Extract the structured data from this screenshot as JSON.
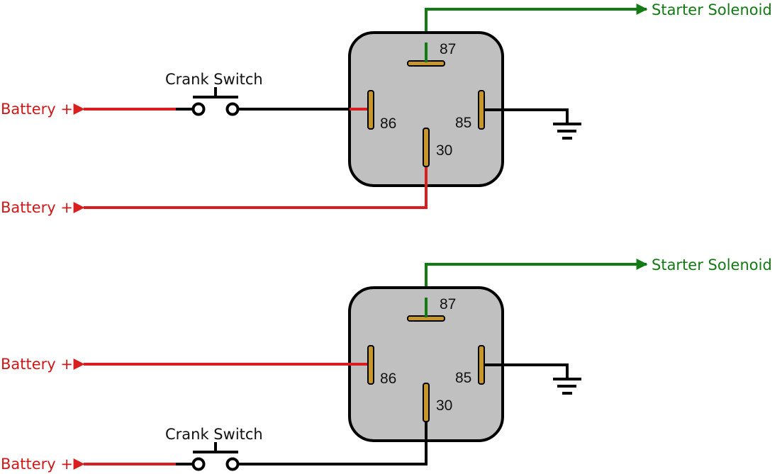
{
  "colors": {
    "battery": "#d81e1e",
    "battery_text": "#d01818",
    "solenoid": "#137b13",
    "wire": "#000000",
    "relay_body": "#c0c0c0",
    "pin": "#c8962e"
  },
  "diagrams": [
    {
      "name": "switch-on-coil",
      "battery_top_label": "Battery +",
      "battery_bottom_label": "Battery +",
      "switch_label": "Crank Switch",
      "solenoid_label": "Starter Solenoid",
      "pins": {
        "p87": "87",
        "p86": "86",
        "p85": "85",
        "p30": "30"
      }
    },
    {
      "name": "switch-on-load",
      "battery_top_label": "Battery +",
      "battery_bottom_label": "Battery +",
      "switch_label": "Crank Switch",
      "solenoid_label": "Starter Solenoid",
      "pins": {
        "p87": "87",
        "p86": "86",
        "p85": "85",
        "p30": "30"
      }
    }
  ]
}
